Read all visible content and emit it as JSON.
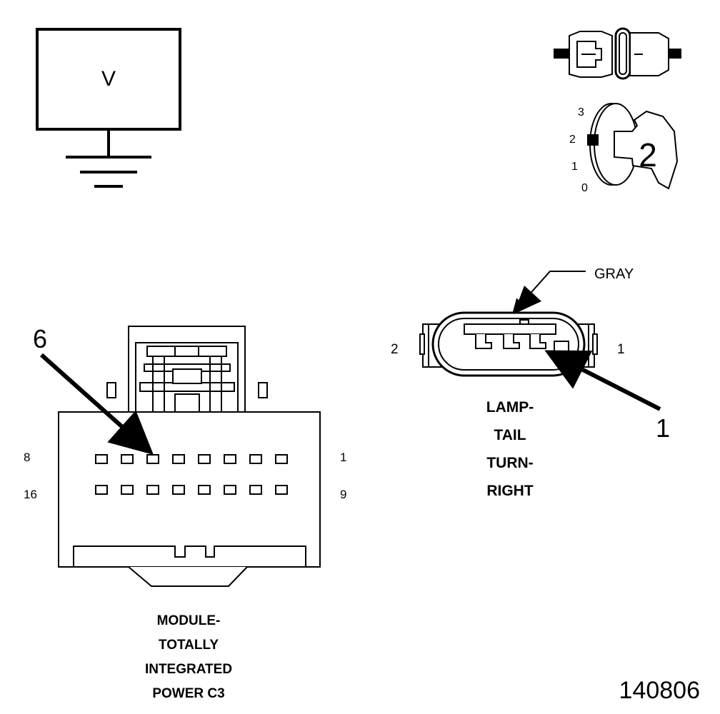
{
  "meter": {
    "symbol": "V"
  },
  "ignition": {
    "positions": [
      "3",
      "2",
      "1",
      "0"
    ],
    "selected": "2"
  },
  "module_connector": {
    "callout_pin": "6",
    "row1_left": "8",
    "row1_right": "1",
    "row2_left": "16",
    "row2_right": "9",
    "label_lines": [
      "MODULE-",
      "TOTALLY",
      "INTEGRATED",
      "POWER C3"
    ]
  },
  "lamp_connector": {
    "wire_color": "GRAY",
    "pin_left": "2",
    "pin_right": "1",
    "callout_pin": "1",
    "label_lines": [
      "LAMP-",
      "TAIL",
      "TURN-",
      "RIGHT"
    ]
  },
  "figure_number": "140806",
  "colors": {
    "ink": "#000000",
    "paper": "#ffffff"
  }
}
